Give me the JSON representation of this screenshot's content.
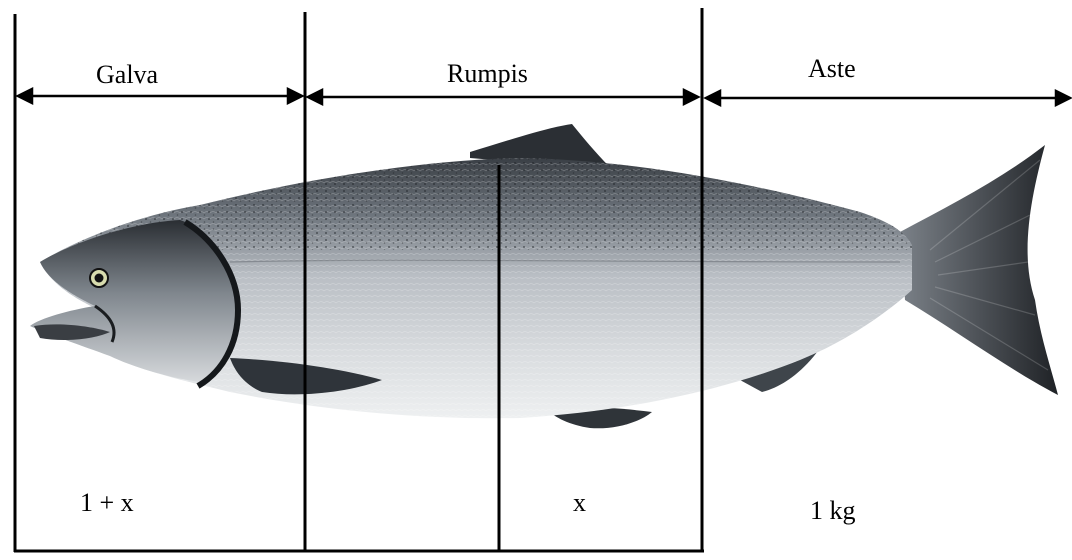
{
  "sections": [
    {
      "name": "Galva",
      "weight_label": "1 + x"
    },
    {
      "name": "Rumpis",
      "weight_label": "x"
    },
    {
      "name": "Aste",
      "weight_label": "1 kg"
    }
  ]
}
